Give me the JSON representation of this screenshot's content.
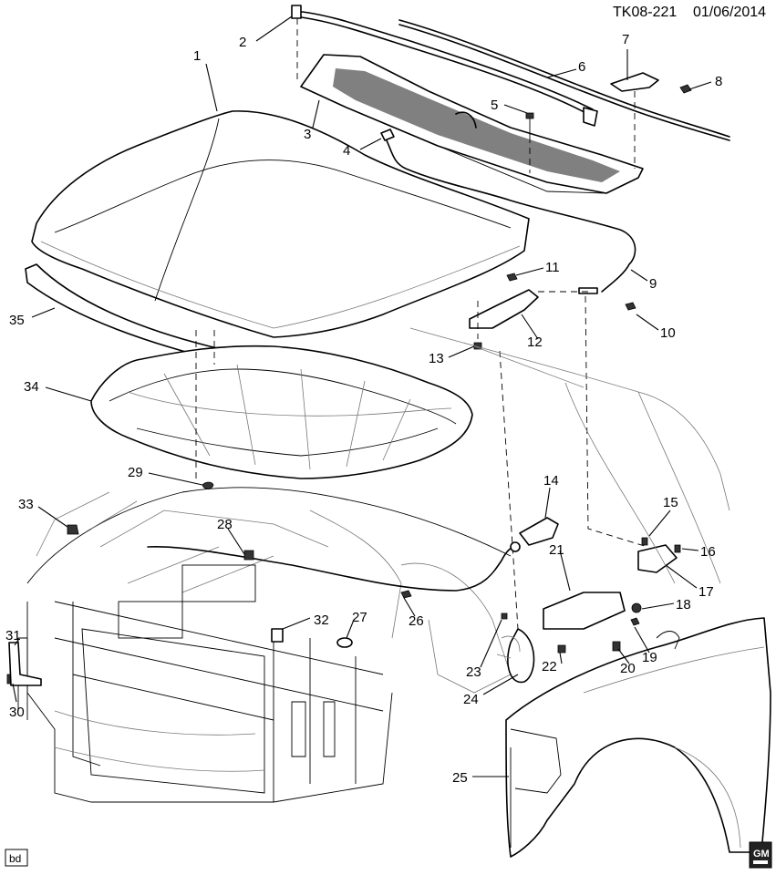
{
  "header": {
    "ref": "TK08-221",
    "date": "01/06/2014"
  },
  "footer": {
    "tag": "bd",
    "logo_text": "GM"
  },
  "callouts": [
    "1",
    "2",
    "3",
    "4",
    "5",
    "6",
    "7",
    "8",
    "9",
    "10",
    "11",
    "12",
    "13",
    "14",
    "15",
    "16",
    "17",
    "18",
    "19",
    "20",
    "21",
    "22",
    "23",
    "24",
    "25",
    "26",
    "27",
    "28",
    "29",
    "30",
    "31",
    "32",
    "33",
    "34",
    "35"
  ]
}
